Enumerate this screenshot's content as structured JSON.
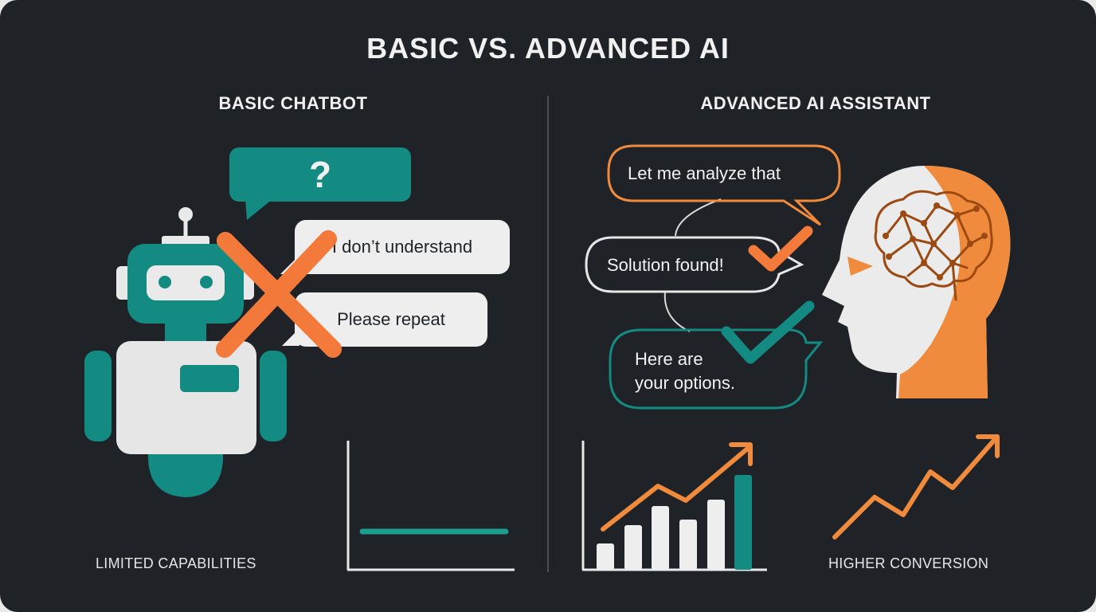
{
  "title": "BASIC VS. ADVANCED AI",
  "left": {
    "heading": "BASIC CHATBOT",
    "bubble_question": "?",
    "bubble_1": "I don’t understand",
    "bubble_2": "Please repeat",
    "caption": "LIMITED CAPABILITIES"
  },
  "right": {
    "heading": "ADVANCED AI ASSISTANT",
    "bubble_1": "Let me analyze that",
    "bubble_2": "Solution found!",
    "bubble_3_line1": "Here are",
    "bubble_3_line2": "your options.",
    "caption": "HIGHER CONVERSION"
  },
  "colors": {
    "background": "#1f2226",
    "teal": "#138a82",
    "orange": "#f08a3c",
    "light": "#eeeeee"
  },
  "icons": [
    "robot-icon",
    "x-mark-icon",
    "ai-head-icon",
    "brain-network-icon",
    "checkmark-icon",
    "trend-arrow-icon"
  ]
}
